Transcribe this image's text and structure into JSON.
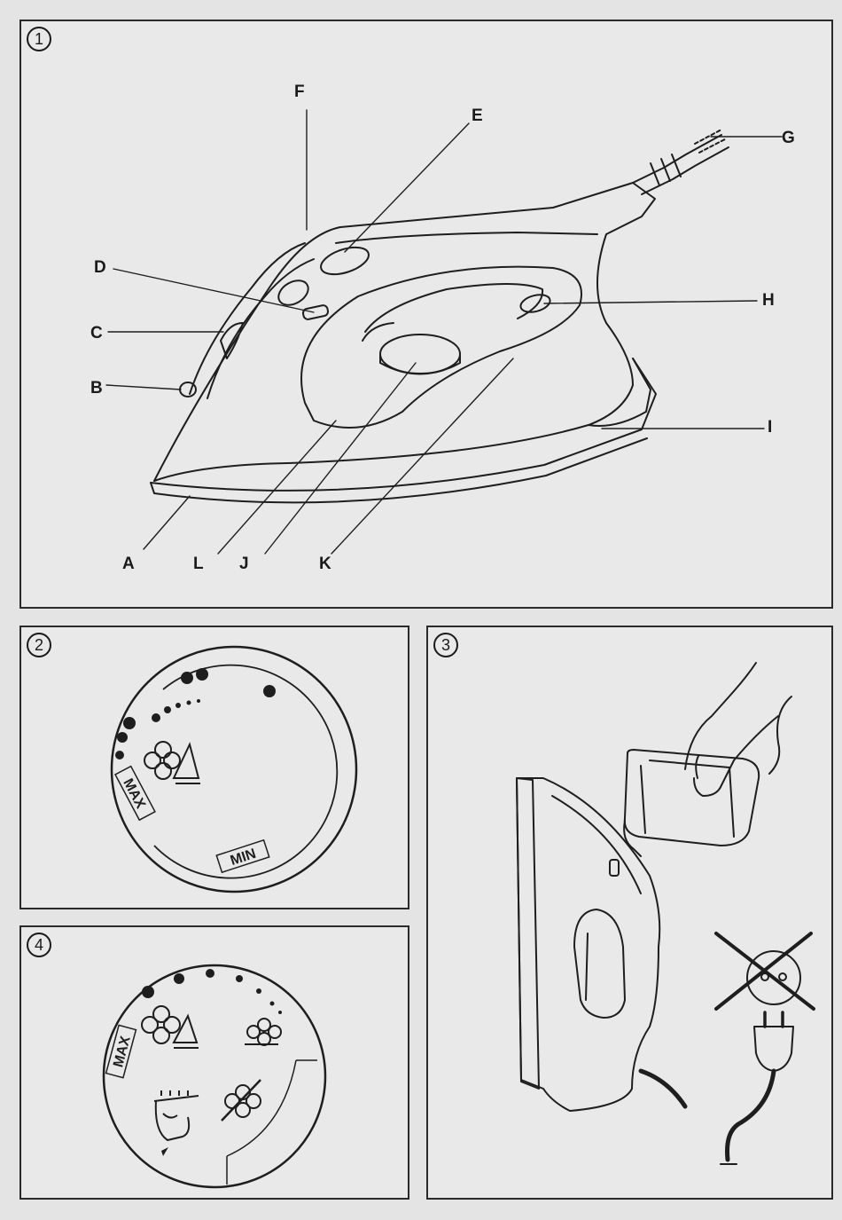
{
  "panels": {
    "p1": {
      "number": "1"
    },
    "p2": {
      "number": "2"
    },
    "p3": {
      "number": "3"
    },
    "p4": {
      "number": "4"
    }
  },
  "iron_labels": {
    "A": "A",
    "B": "B",
    "C": "C",
    "D": "D",
    "E": "E",
    "F": "F",
    "G": "G",
    "H": "H",
    "I": "I",
    "J": "J",
    "K": "K",
    "L": "L"
  },
  "dial2": {
    "max": "MAX",
    "min": "MIN"
  },
  "dial4": {
    "max": "MAX"
  }
}
